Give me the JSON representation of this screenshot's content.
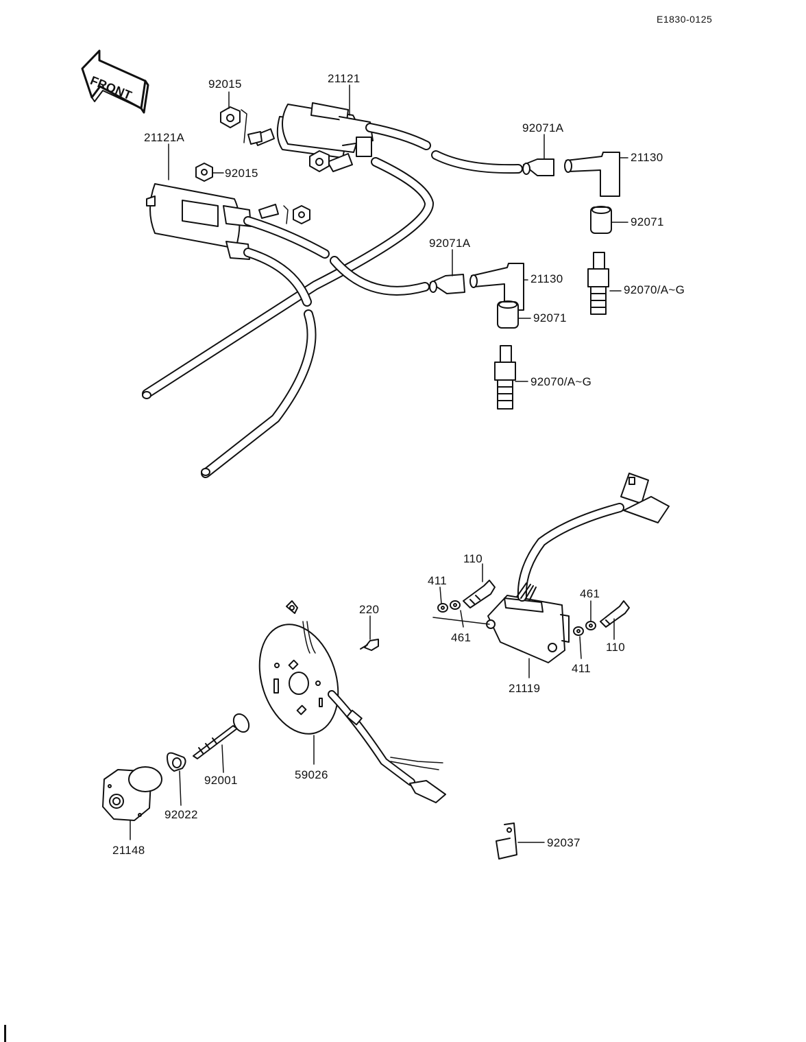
{
  "diagram_code": "E1830-0125",
  "front_label": "FRONT",
  "labels": {
    "nut_upper": "92015",
    "coil_upper": "21121",
    "coil_lower": "21121A",
    "nut_lower": "92015",
    "cap_a_upper": "92071A",
    "cap_upper": "21130",
    "boot_upper": "92071",
    "plug_upper": "92070/A~G",
    "cap_a_lower": "92071A",
    "cap_lower": "21130",
    "boot_lower": "92071",
    "plug_lower": "92070/A~G",
    "bolt_left": "110",
    "washer_left_411": "411",
    "washer_left_461": "461",
    "washer_right_461": "461",
    "bolt_right": "110",
    "washer_right_411": "411",
    "igniter": "21119",
    "screw": "220",
    "pickup_plate": "59026",
    "long_bolt": "92001",
    "spacer": "92022",
    "advancer": "21148",
    "clamp": "92037"
  },
  "colors": {
    "ink": "#111111",
    "paper": "#ffffff"
  }
}
